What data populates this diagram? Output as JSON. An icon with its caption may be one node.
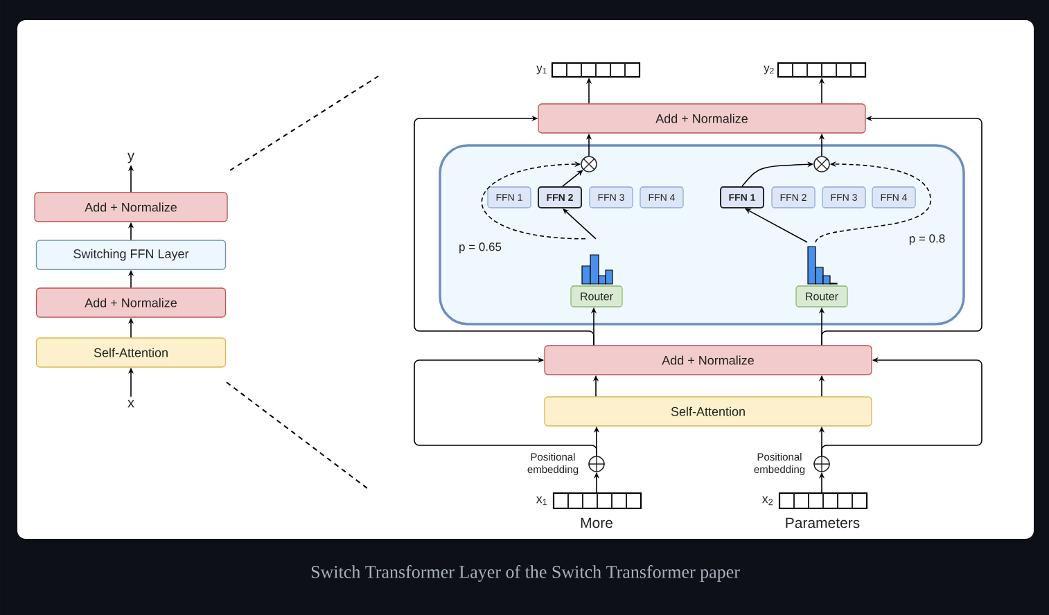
{
  "diagram": {
    "caption": "Switch Transformer Layer of the Switch Transformer paper",
    "nodes": [
      {
        "text": [
          "y"
        ]
      },
      {
        "text": [
          "Add + Normalize"
        ]
      },
      {
        "text": [
          "Switching FFN Layer"
        ]
      },
      {
        "text": [
          "Add + Normalize"
        ]
      },
      {
        "text": [
          "Self-Attention"
        ]
      },
      {
        "text": [
          "x"
        ]
      },
      {
        "text": [],
        "shape": "box",
        "beside": [
          "y$_{1}$"
        ]
      },
      {
        "text": [],
        "shape": "box",
        "beside": [
          "y$_{2}$"
        ]
      },
      {
        "text": [
          "Add + Normalize"
        ]
      },
      {
        "text": [],
        "shape": "box"
      },
      {
        "text": [],
        "shape": "circle",
        "in": 9
      },
      {
        "text": [],
        "shape": "circle",
        "in": 9
      },
      {
        "text": [
          "FFN 1"
        ],
        "in": 9
      },
      {
        "text": [
          "FFN 2"
        ],
        "in": 9
      },
      {
        "text": [
          "FFN 3"
        ],
        "in": 9
      },
      {
        "text": [
          "FFN 4"
        ],
        "in": 9
      },
      {
        "text": [
          "FFN 1"
        ],
        "in": 9
      },
      {
        "text": [
          "FFN 2"
        ],
        "in": 9
      },
      {
        "text": [
          "FFN 3"
        ],
        "in": 9
      },
      {
        "text": [
          "FFN 4"
        ],
        "in": 9
      },
      {
        "text": [],
        "shape": "bar",
        "in": 9
      },
      {
        "text": [
          "Router"
        ],
        "in": 9
      },
      {
        "text": [],
        "shape": "bar",
        "in": 9
      },
      {
        "text": [
          "Router"
        ],
        "in": 9
      },
      {
        "text": [
          "Add + Normalize"
        ]
      },
      {
        "text": [
          "Self-Attention"
        ]
      },
      {
        "text": [],
        "shape": "circle",
        "beside": [
          "Positional embedding"
        ]
      },
      {
        "text": [],
        "shape": "circle",
        "beside": [
          "Positional embedding"
        ]
      },
      {
        "text": [],
        "shape": "box",
        "beside": [
          "x$_{1}$",
          "More"
        ]
      },
      {
        "text": [],
        "shape": "box",
        "beside": [
          "x$_{2}$",
          "Parameters"
        ]
      }
    ],
    "edges": [
      {
        "from": 5,
        "to": 4,
        "arrow": "to"
      },
      {
        "from": 4,
        "to": 3,
        "arrow": "to"
      },
      {
        "from": 3,
        "to": 2,
        "arrow": "to"
      },
      {
        "from": 2,
        "to": 1,
        "arrow": "to"
      },
      {
        "from": 1,
        "to": 0,
        "arrow": "to"
      },
      {
        "from": 8,
        "to": 6,
        "arrow": "to"
      },
      {
        "from": 8,
        "to": 7,
        "arrow": "to"
      },
      {
        "from": 10,
        "to": 8,
        "arrow": "to"
      },
      {
        "from": 11,
        "to": 8,
        "arrow": "to"
      },
      {
        "from": 13,
        "to": 10,
        "arrow": "to"
      },
      {
        "from": 20,
        "to": 13,
        "arrow": "to"
      },
      {
        "from": 20,
        "to": 10,
        "arrow": "to",
        "style": "dashed",
        "label": "p = 0.65"
      },
      {
        "from": 16,
        "to": 11,
        "arrow": "to"
      },
      {
        "from": 22,
        "to": 16,
        "arrow": "to"
      },
      {
        "from": 22,
        "to": 11,
        "arrow": "to",
        "style": "dashed",
        "label": "p = 0.8"
      },
      {
        "from": 24,
        "to": 21,
        "arrow": "to"
      },
      {
        "from": 24,
        "to": 23,
        "arrow": "to"
      },
      {
        "from": 24,
        "to": 8,
        "arrow": "to"
      },
      {
        "from": 24,
        "to": 8,
        "arrow": "to"
      },
      {
        "from": 25,
        "to": 24,
        "arrow": "to"
      },
      {
        "from": 25,
        "to": 24,
        "arrow": "to"
      },
      {
        "from": 26,
        "to": 25,
        "arrow": "to"
      },
      {
        "from": 27,
        "to": 25,
        "arrow": "to"
      },
      {
        "from": 26,
        "to": 24,
        "arrow": "to"
      },
      {
        "from": 27,
        "to": 24,
        "arrow": "to"
      },
      {
        "from": 28,
        "to": 26,
        "arrow": "to"
      },
      {
        "from": 29,
        "to": 27,
        "arrow": "to"
      }
    ]
  }
}
